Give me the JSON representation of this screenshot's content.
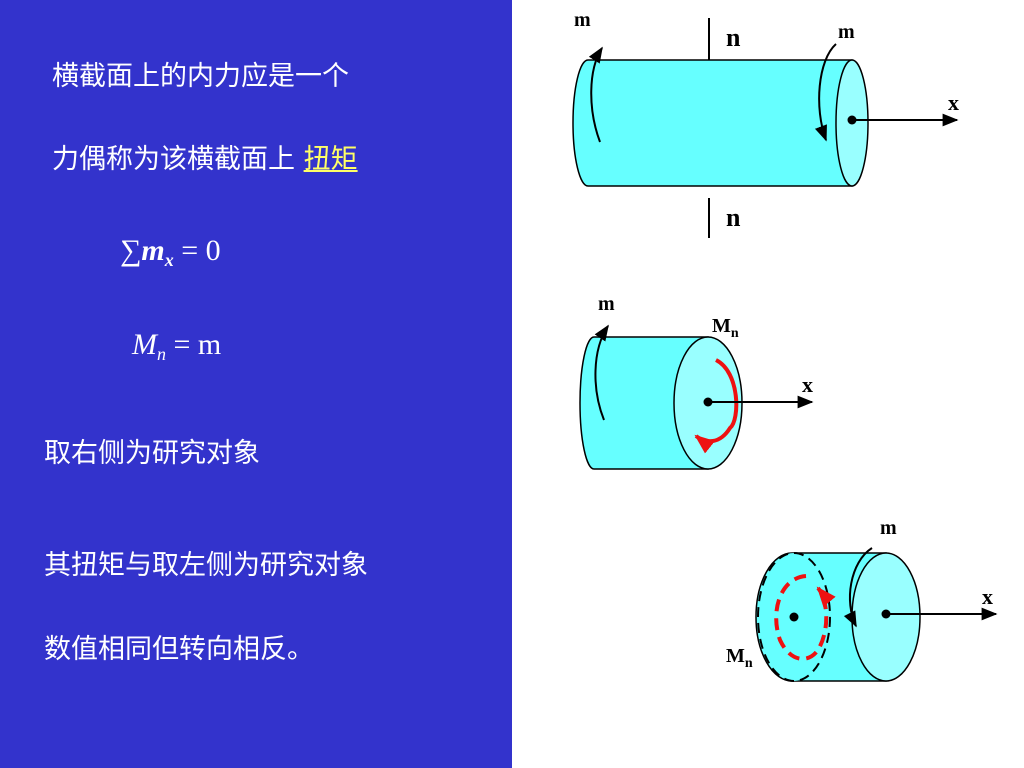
{
  "text": {
    "line1": "横截面上的内力应是一个",
    "line2_prefix": "力偶称为该横截面上",
    "line2_highlight": "扭矩",
    "line3": "取右侧为研究对象",
    "line4": "其扭矩与取左侧为研究对象",
    "line5": "数值相同但转向相反。"
  },
  "equations": {
    "sum_symbol": "∑",
    "sum_var": "m",
    "sum_sub": "x",
    "sum_rhs": "= 0",
    "mn_var": "M",
    "mn_sub": "n",
    "mn_rhs": "= m"
  },
  "diagram": {
    "top": {
      "m_left": "m",
      "m_right": "m",
      "n_top": "n",
      "n_bottom": "n",
      "axis": "x"
    },
    "middle": {
      "m": "m",
      "Mn_main": "M",
      "Mn_sub": "n",
      "axis": "x"
    },
    "bottom": {
      "m": "m",
      "Mn_main": "M",
      "Mn_sub": "n",
      "axis": "x"
    }
  },
  "colors": {
    "background_left": "#3333cc",
    "cylinder_fill": "#66ffff",
    "cylinder_face": "#99ffff",
    "torque_red": "#ee1111",
    "highlight": "#ffff66"
  }
}
